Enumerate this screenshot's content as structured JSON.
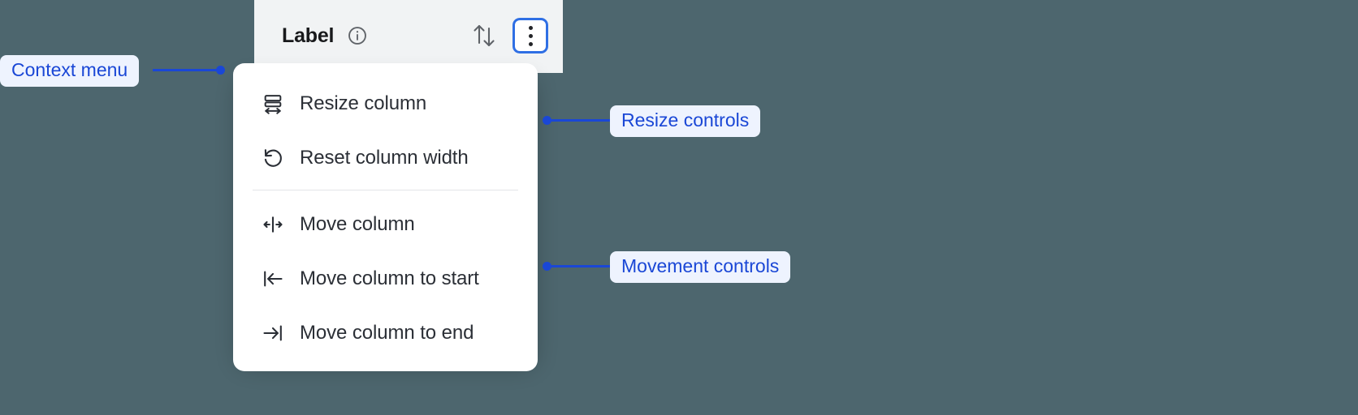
{
  "background_color": "#4d666e",
  "accent_color": "#1a47d6",
  "focus_ring_color": "#2f6fe4",
  "column_header": {
    "label": "Label",
    "info_icon": "info-circle-icon",
    "sort_icon": "sort-arrows-icon",
    "kebab_icon": "more-vertical-icon"
  },
  "context_menu": {
    "groups": [
      {
        "name": "resize",
        "items": [
          {
            "icon": "resize-column-icon",
            "label": "Resize column"
          },
          {
            "icon": "reset-width-icon",
            "label": "Reset column width"
          }
        ]
      },
      {
        "name": "movement",
        "items": [
          {
            "icon": "move-column-icon",
            "label": "Move column"
          },
          {
            "icon": "move-to-start-icon",
            "label": "Move column to start"
          },
          {
            "icon": "move-to-end-icon",
            "label": "Move column to end"
          }
        ]
      }
    ]
  },
  "annotations": [
    {
      "id": "context-menu",
      "label": "Context menu"
    },
    {
      "id": "resize-controls",
      "label": "Resize controls"
    },
    {
      "id": "movement-controls",
      "label": "Movement controls"
    }
  ]
}
